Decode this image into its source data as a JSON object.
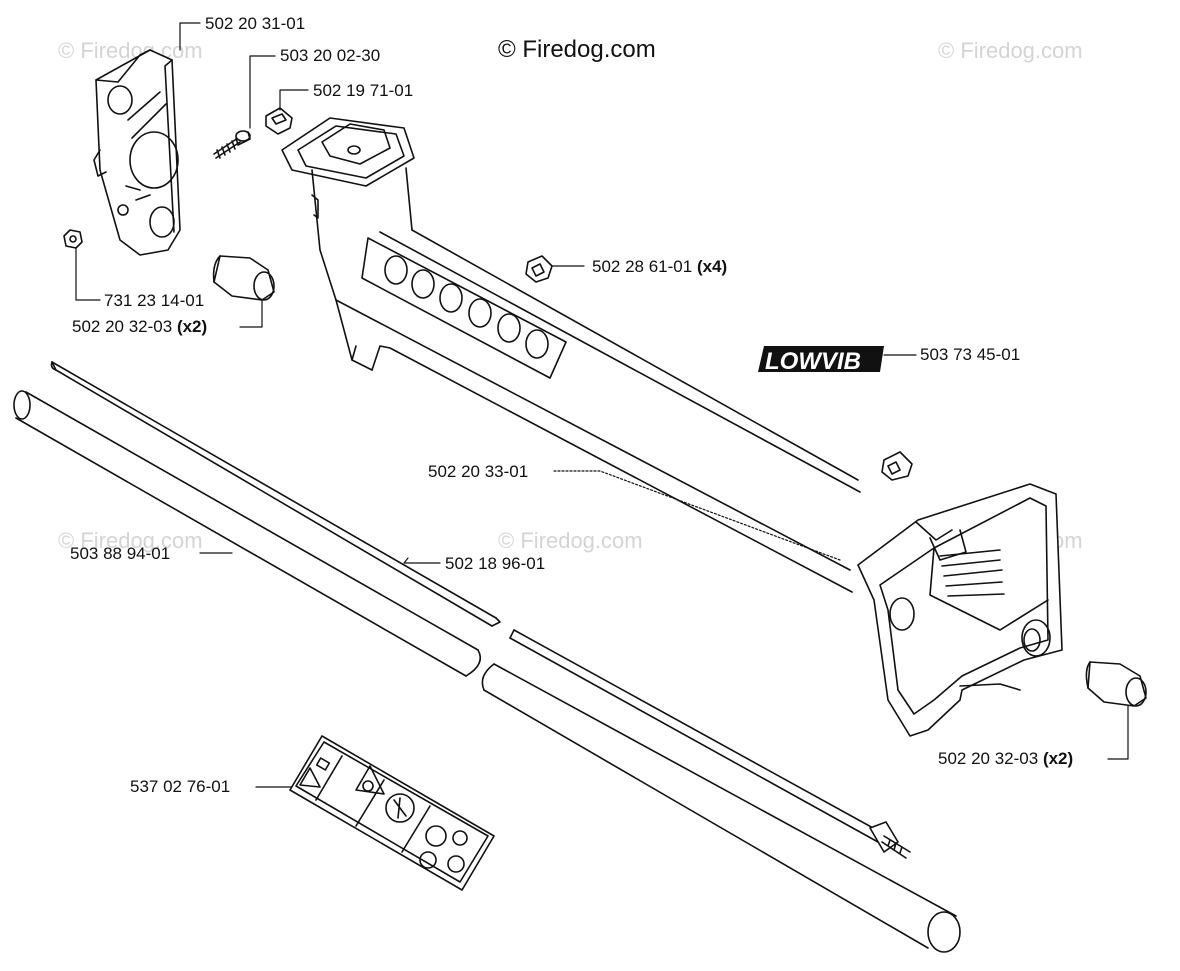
{
  "watermarks": {
    "main": "© Firedog.com",
    "faint": "© Firedog.com"
  },
  "brand_logo": "LOWVIB",
  "parts": [
    {
      "number": "502 20 31-01",
      "qty": ""
    },
    {
      "number": "503 20 02-30",
      "qty": ""
    },
    {
      "number": "502 19 71-01",
      "qty": ""
    },
    {
      "number": "731 23 14-01",
      "qty": ""
    },
    {
      "number": "502 20 32-03",
      "qty": "(x2)"
    },
    {
      "number": "502 28 61-01",
      "qty": "(x4)"
    },
    {
      "number": "503 73 45-01",
      "qty": ""
    },
    {
      "number": "502 20 33-01",
      "qty": ""
    },
    {
      "number": "503 88 94-01",
      "qty": ""
    },
    {
      "number": "502 18 96-01",
      "qty": ""
    },
    {
      "number": "502 20 32-03",
      "qty": "(x2)"
    },
    {
      "number": "537 02 76-01",
      "qty": ""
    }
  ],
  "colors": {
    "line": "#111111",
    "watermark": "#d4d4d4"
  }
}
